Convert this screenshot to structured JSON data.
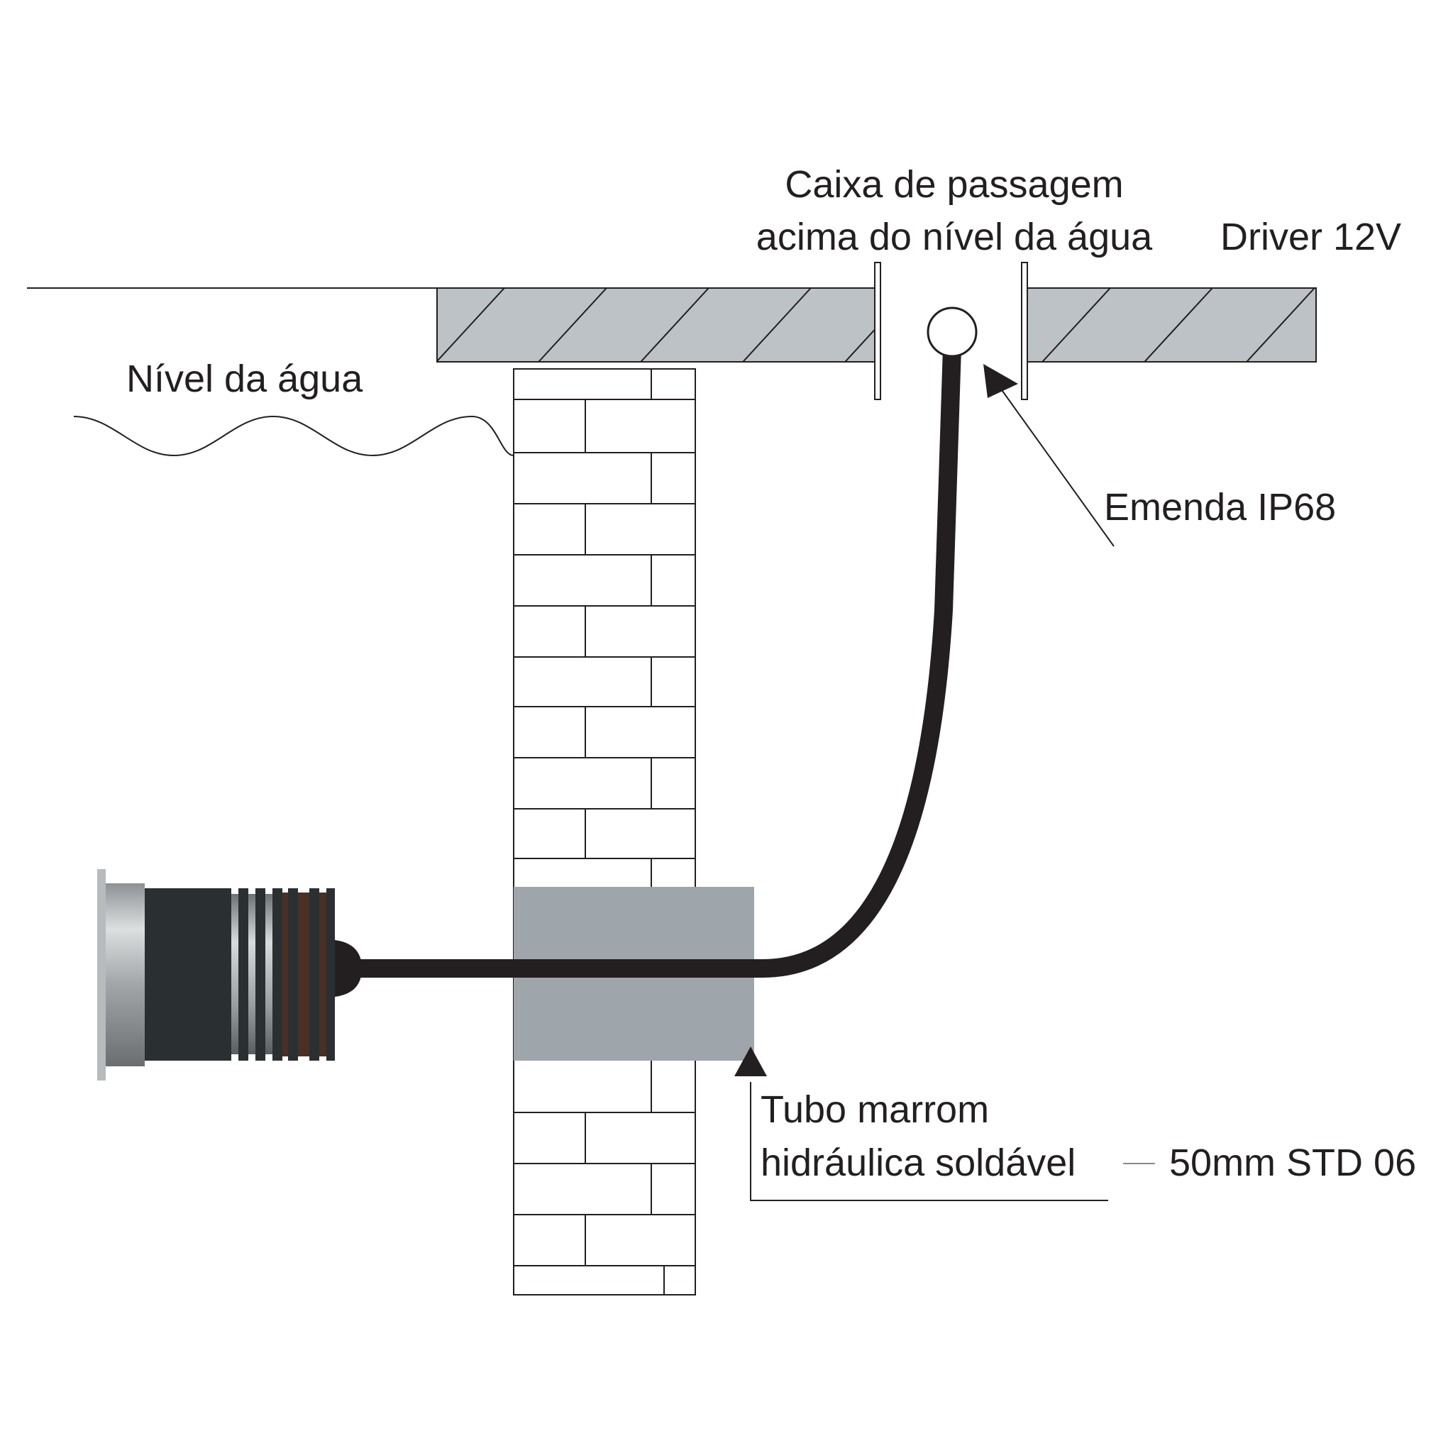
{
  "labels": {
    "caixa_line1": "Caixa de passagem",
    "caixa_line2": "acima do nível da água",
    "driver": "Driver 12V",
    "nivel": "Nível da água",
    "emenda": "Emenda IP68",
    "tubo_line1": "Tubo marrom",
    "tubo_line2": "hidráulica soldável",
    "tubo_spec": "50mm STD 06"
  },
  "colors": {
    "deck": "#bcc2c6",
    "sleeve": "#9ea6ab",
    "cable": "#231f20",
    "lamp_body": "#2a3032",
    "lamp_bezel": "#a9acae",
    "lamp_ring_brown": "#4a2f25",
    "line": "#231f20"
  }
}
